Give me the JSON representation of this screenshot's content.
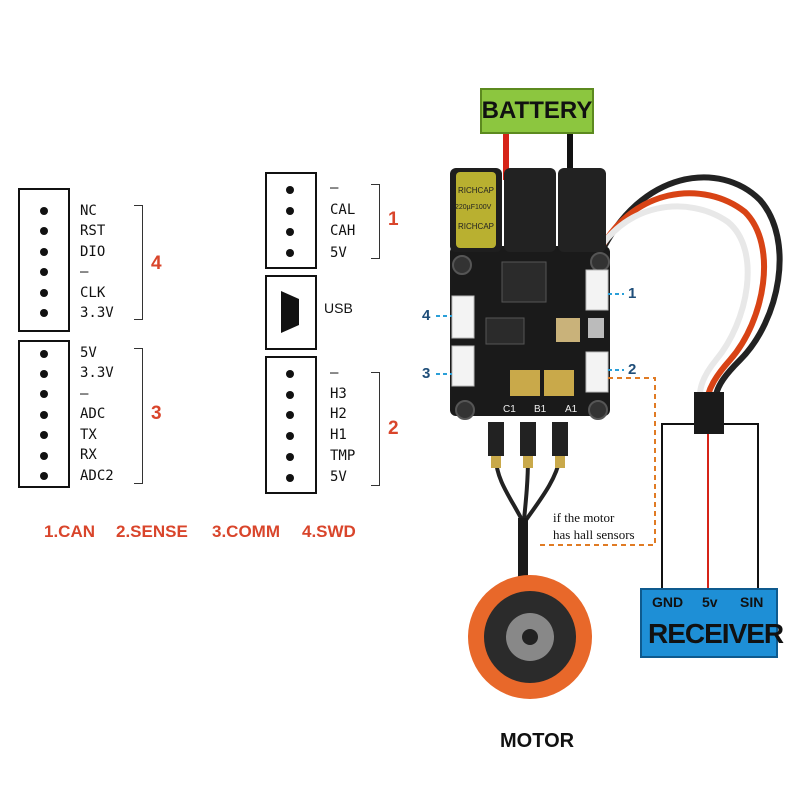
{
  "connectors": {
    "swd": {
      "number": "4",
      "pins": [
        "NC",
        "RST",
        "DIO",
        "–",
        "CLK",
        "3.3V"
      ]
    },
    "comm": {
      "number": "3",
      "pins": [
        "5V",
        "3.3V",
        "–",
        "ADC",
        "TX",
        "RX",
        "ADC2"
      ]
    },
    "can": {
      "number": "1",
      "pins": [
        "–",
        "CAL",
        "CAH",
        "5V"
      ]
    },
    "usb": {
      "label": "USB"
    },
    "sense": {
      "number": "2",
      "pins": [
        "–",
        "H3",
        "H2",
        "H1",
        "TMP",
        "5V"
      ]
    }
  },
  "legend": [
    "1.CAN",
    "2.SENSE",
    "3.COMM",
    "4.SWD"
  ],
  "battery_label": "BATTERY",
  "board": {
    "capacitor_text": [
      "RICHCAP",
      "220µF100V",
      "RICHCAP"
    ],
    "phase_labels": [
      "C1",
      "B1",
      "A1"
    ],
    "callouts": {
      "left_top": "4",
      "left_bottom": "3",
      "right_top": "1",
      "right_bottom": "2"
    }
  },
  "hall_note": [
    "if the motor",
    "has hall sensors"
  ],
  "receiver": {
    "pins": [
      "GND",
      "5v",
      "SIN"
    ],
    "title": "RECEIVER"
  },
  "motor_label": "MOTOR",
  "colors": {
    "accent_red": "#d9452b",
    "battery_green": "#8cc63f",
    "receiver_blue": "#1e8fd6",
    "callout_blue": "#2a9fd8",
    "hall_orange": "#e07b24"
  }
}
